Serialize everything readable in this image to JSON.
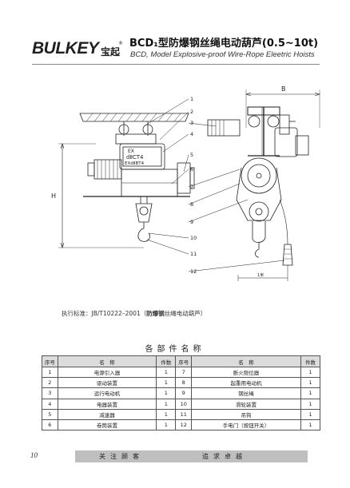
{
  "brand": {
    "logo_text": "BULKEY",
    "logo_cn": "宝起",
    "reg_mark": "®"
  },
  "header": {
    "title_cn": "BCD₁型防爆钢丝绳电动葫芦(0.5~10t)",
    "title_en": "BCD, Model Explosive-proof Wire-Rope Eleetric Hoists"
  },
  "drawing": {
    "callouts": [
      "1",
      "2",
      "3",
      "4",
      "5",
      "6",
      "7",
      "8",
      "9",
      "10",
      "11",
      "12"
    ],
    "nameplate": [
      "EX",
      "dⅡCT4",
      "EXdⅡBT4"
    ],
    "dim_B": "B",
    "dim_H": "H",
    "dim_rail": "1米"
  },
  "standard": {
    "prefix": "执行标准：JB/T10222–2001（",
    "bold": "防爆钢",
    "suffix": "丝绳电动葫芦）"
  },
  "parts_table": {
    "title": "各部件名称",
    "headers": [
      "序号",
      "名　称",
      "件数",
      "序号",
      "名　称",
      "件数"
    ],
    "rows": [
      [
        "1",
        "电源引入器",
        "1",
        "7",
        "断火限位器",
        "1"
      ],
      [
        "2",
        "驱动装置",
        "1",
        "8",
        "起重用电动机",
        "1"
      ],
      [
        "3",
        "运行电动机",
        "1",
        "9",
        "钢丝绳",
        "1"
      ],
      [
        "4",
        "电器装置",
        "1",
        "10",
        "滑轮装置",
        "1"
      ],
      [
        "5",
        "减速器",
        "1",
        "11",
        "吊钩",
        "1"
      ],
      [
        "6",
        "卷筒装置",
        "1",
        "12",
        "手电门（按钮开关）",
        "1"
      ]
    ]
  },
  "footer": {
    "page_number": "10",
    "left_slogan": "关注顾客",
    "right_slogan": "追求卓越"
  }
}
